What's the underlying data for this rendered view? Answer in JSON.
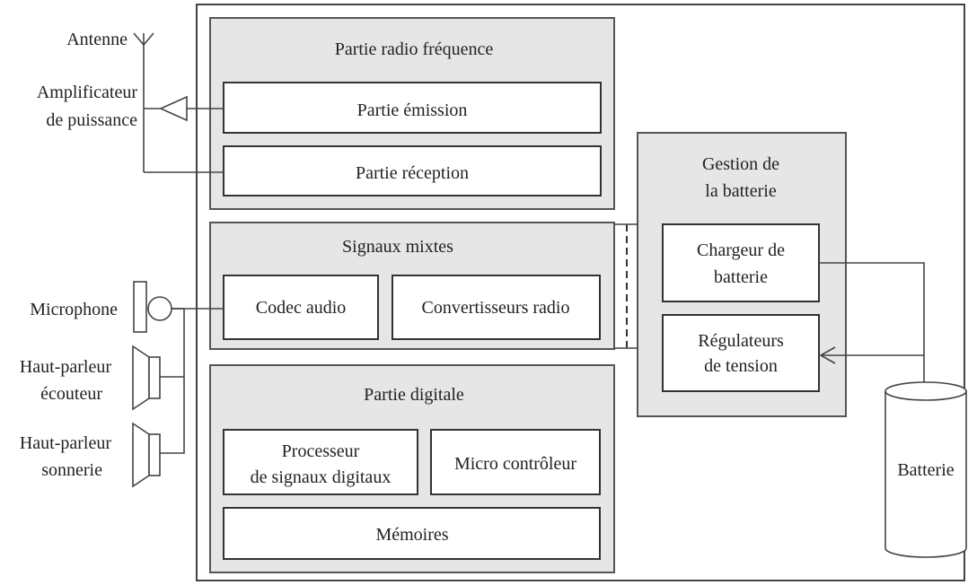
{
  "external": {
    "antenna": "Antenne",
    "amplifier_line1": "Amplificateur",
    "amplifier_line2": "de puissance",
    "microphone": "Microphone",
    "earpiece_line1": "Haut-parleur",
    "earpiece_line2": "écouteur",
    "ringer_line1": "Haut-parleur",
    "ringer_line2": "sonnerie",
    "battery": "Batterie"
  },
  "rf_section": {
    "title": "Partie radio fréquence",
    "emission": "Partie émission",
    "reception": "Partie réception"
  },
  "mixed_section": {
    "title": "Signaux mixtes",
    "codec": "Codec audio",
    "converters": "Convertisseurs radio"
  },
  "digital_section": {
    "title": "Partie digitale",
    "dsp_line1": "Processeur",
    "dsp_line2": "de signaux digitaux",
    "mcu": "Micro contrôleur",
    "memories": "Mémoires"
  },
  "battery_section": {
    "title_line1": "Gestion de",
    "title_line2": "la batterie",
    "charger_line1": "Chargeur de",
    "charger_line2": "batterie",
    "regulator_line1": "Régulateurs",
    "regulator_line2": "de tension"
  }
}
